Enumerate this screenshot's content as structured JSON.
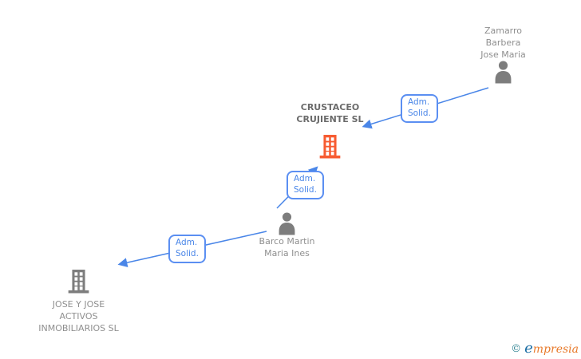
{
  "diagram": {
    "nodes": {
      "zamarro": {
        "type": "person",
        "lines": [
          "Zamarro",
          "Barbera",
          "Jose Maria"
        ]
      },
      "crustaceo": {
        "type": "company",
        "highlighted": true,
        "lines": [
          "CRUSTACEO",
          "CRUJIENTE SL"
        ]
      },
      "barco": {
        "type": "person",
        "lines": [
          "Barco Martin",
          "Maria Ines"
        ]
      },
      "jose": {
        "type": "company",
        "highlighted": false,
        "lines": [
          "JOSE Y JOSE",
          "ACTIVOS",
          "INMOBILIARIOS SL"
        ]
      }
    },
    "edges": [
      {
        "from": "zamarro",
        "to": "crustaceo",
        "badge": {
          "line1": "Adm.",
          "line2": "Solid."
        }
      },
      {
        "from": "barco",
        "to": "crustaceo",
        "badge": {
          "line1": "Adm.",
          "line2": "Solid."
        }
      },
      {
        "from": "barco",
        "to": "jose",
        "badge": {
          "line1": "Adm.",
          "line2": "Solid."
        }
      }
    ]
  },
  "watermark": {
    "copyright": "©",
    "brand_initial": "e",
    "brand_rest": "mpresia"
  },
  "colors": {
    "edge_blue": "#4a86e8",
    "badge_border_blue": "#5b8ff2",
    "company_highlight_orange": "#f75b31",
    "icon_gray": "#7d7d7d",
    "label_gray": "#8f8f8f",
    "company_title_gray": "#6b6b6b",
    "brand_teal": "#2a7f8f",
    "brand_blue": "#1d6fa5",
    "brand_orange": "#e87a2b"
  }
}
